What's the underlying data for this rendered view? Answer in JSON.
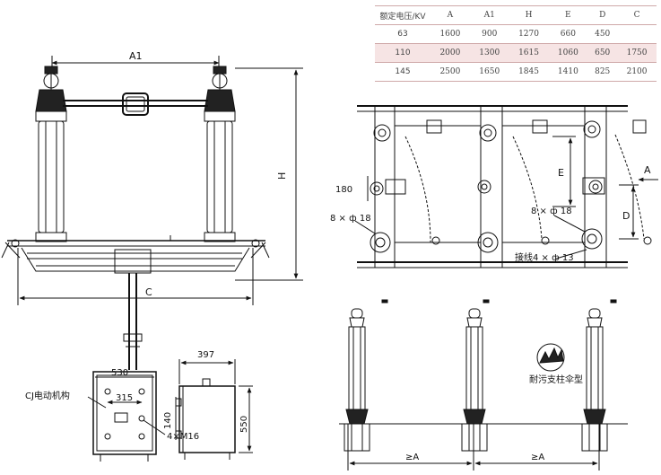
{
  "table": {
    "headers": [
      "额定电压/KV",
      "A",
      "A1",
      "H",
      "E",
      "D",
      "C"
    ],
    "rows": [
      [
        "63",
        "1600",
        "900",
        "1270",
        "660",
        "450",
        ""
      ],
      [
        "110",
        "2000",
        "1300",
        "1615",
        "1060",
        "650",
        "1750"
      ],
      [
        "145",
        "2500",
        "1650",
        "1845",
        "1410",
        "825",
        "2100"
      ]
    ]
  },
  "labels": {
    "dim_a1": "A1",
    "dim_h": "H",
    "dim_c": "C",
    "dim_397": "397",
    "dim_530": "530",
    "dim_315": "315",
    "dim_140": "140",
    "dim_550": "550",
    "mechanism": "CJ电动机构",
    "bolts": "4×M16",
    "dim_180": "180",
    "holes_left": "8 × ф 18",
    "holes_right": "8 × ф 18",
    "dim_e": "E",
    "dim_a": "A",
    "dim_d": "D",
    "ground_holes": "接线4 × ф 13",
    "insulator_type": "耐污支柱伞型",
    "spacing_1": "≥A",
    "spacing_2": "≥A"
  }
}
